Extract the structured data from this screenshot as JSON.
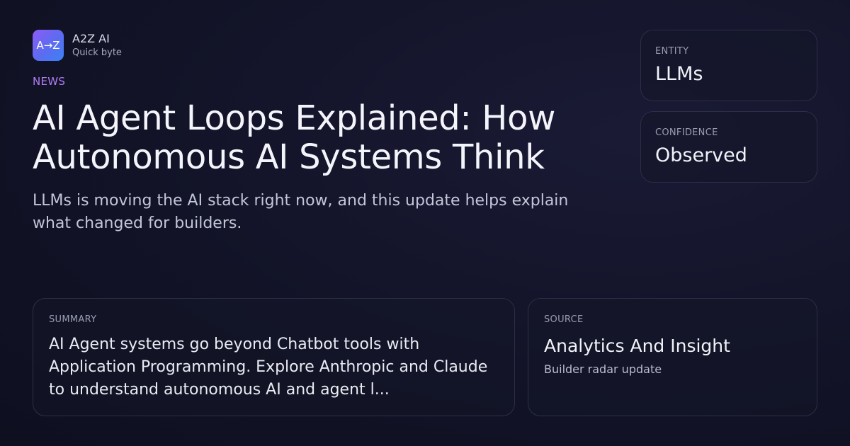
{
  "brand": {
    "logo_text": "A→Z",
    "name": "A2Z AI",
    "tagline": "Quick byte",
    "logo_gradient": [
      "#8b5cf6",
      "#3b82f6"
    ]
  },
  "article": {
    "kicker": "NEWS",
    "title": "AI Agent Loops Explained: How Autonomous AI Systems Think",
    "subtitle": "LLMs is moving the AI stack right now, and this update helps explain what changed for builders."
  },
  "meta": {
    "entity_label": "ENTITY",
    "entity_value": "LLMs",
    "confidence_label": "CONFIDENCE",
    "confidence_value": "Observed"
  },
  "summary": {
    "label": "SUMMARY",
    "text": "AI Agent systems go beyond Chatbot tools with Application Programming. Explore Anthropic and Claude to understand autonomous AI and agent l..."
  },
  "source": {
    "label": "SOURCE",
    "name": "Analytics And Insight",
    "subtitle": "Builder radar update"
  },
  "colors": {
    "accent": "#b07cf5",
    "background": "#121327",
    "card_border": "#2c2e47"
  }
}
